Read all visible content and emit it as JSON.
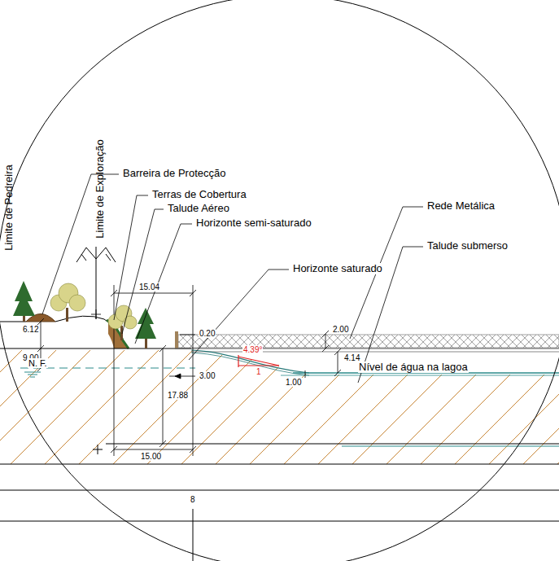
{
  "diagram": {
    "labels": [
      "Limite de Pedreira",
      "Limite de Exploração",
      "Barreira de Protecção",
      "Terras de Cobertura",
      "Talude Aéreo",
      "Horizonte semi-saturado",
      "Rede Metálica",
      "Talude submerso",
      "Horizonte saturado",
      "15.04",
      "0.20",
      "2.00",
      "4.14",
      "4.39°",
      "1",
      "1.00",
      "Nível de água na lagoa",
      "6.12",
      "9.00",
      "N. F.",
      "3.00",
      "17.88",
      "15.00",
      "8"
    ]
  }
}
